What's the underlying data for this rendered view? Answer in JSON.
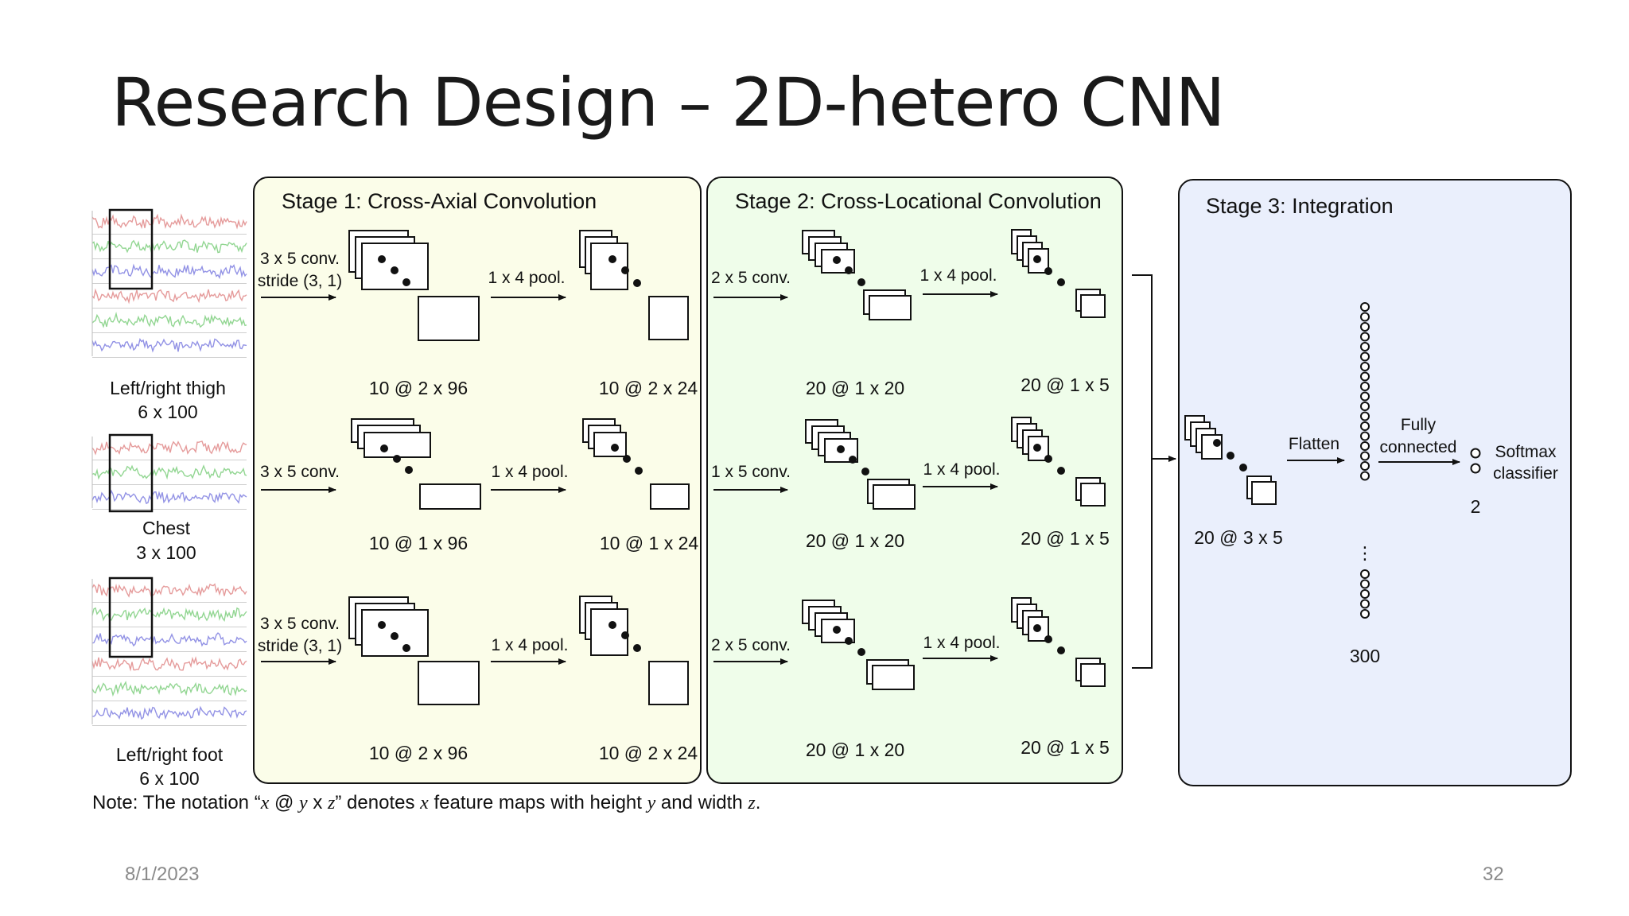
{
  "slide": {
    "title": "Research Design – 2D-hetero CNN",
    "date": "8/1/2023",
    "page_number": "32"
  },
  "note": {
    "prefix": "Note: The notation “",
    "expr_x": "x",
    "expr_at": " @ ",
    "expr_y": "y",
    "expr_times": " x ",
    "expr_z": "z",
    "mid": "” denotes ",
    "var_x": "x",
    "part2": " feature maps with height ",
    "var_y": "y",
    "part3": " and width ",
    "var_z": "z",
    "end": "."
  },
  "inputs": {
    "thigh": {
      "name": "Left/right thigh",
      "dims": "6 x 100"
    },
    "chest": {
      "name": "Chest",
      "dims": "3 x 100"
    },
    "foot": {
      "name": "Left/right foot",
      "dims": "6 x 100"
    }
  },
  "stage1": {
    "title": "Stage 1: Cross-Axial Convolution",
    "rows": [
      {
        "conv_line1": "3 x 5 conv.",
        "conv_line2": "stride (3, 1)",
        "pool": "1 x 4 pool.",
        "map1": "10 @ 2 x 96",
        "map2": "10 @ 2 x 24"
      },
      {
        "conv_line1": "3 x 5 conv.",
        "conv_line2": "",
        "pool": "1 x 4 pool.",
        "map1": "10 @ 1 x 96",
        "map2": "10 @ 1 x 24"
      },
      {
        "conv_line1": "3 x 5 conv.",
        "conv_line2": "stride (3, 1)",
        "pool": "1 x 4 pool.",
        "map1": "10 @ 2 x 96",
        "map2": "10 @ 2 x 24"
      }
    ]
  },
  "stage2": {
    "title": "Stage 2: Cross-Locational Convolution",
    "rows": [
      {
        "conv": "2 x 5 conv.",
        "pool": "1 x 4 pool.",
        "map1": "20 @ 1 x 20",
        "map2": "20 @ 1 x 5"
      },
      {
        "conv": "1 x 5 conv.",
        "pool": "1 x 4 pool.",
        "map1": "20 @ 1 x 20",
        "map2": "20 @ 1 x 5"
      },
      {
        "conv": "2 x 5 conv.",
        "pool": "1 x 4 pool.",
        "map1": "20 @ 1 x 20",
        "map2": "20 @ 1 x 5"
      }
    ]
  },
  "stage3": {
    "title": "Stage 3: Integration",
    "map": "20 @ 3 x 5",
    "flatten": "Flatten",
    "fc_line1": "Fully",
    "fc_line2": "connected",
    "neurons": "300",
    "ellipsis": "⋮",
    "softmax_line1": "Softmax",
    "softmax_line2": "classifier",
    "outputs": "2"
  },
  "colors": {
    "stage1_bg": "#fbfde9",
    "stage2_bg": "#effdea",
    "stage3_bg": "#eaeffc",
    "signal_red": "#e08a8a",
    "signal_green": "#7fcf7f",
    "signal_blue": "#7f7fe0"
  }
}
